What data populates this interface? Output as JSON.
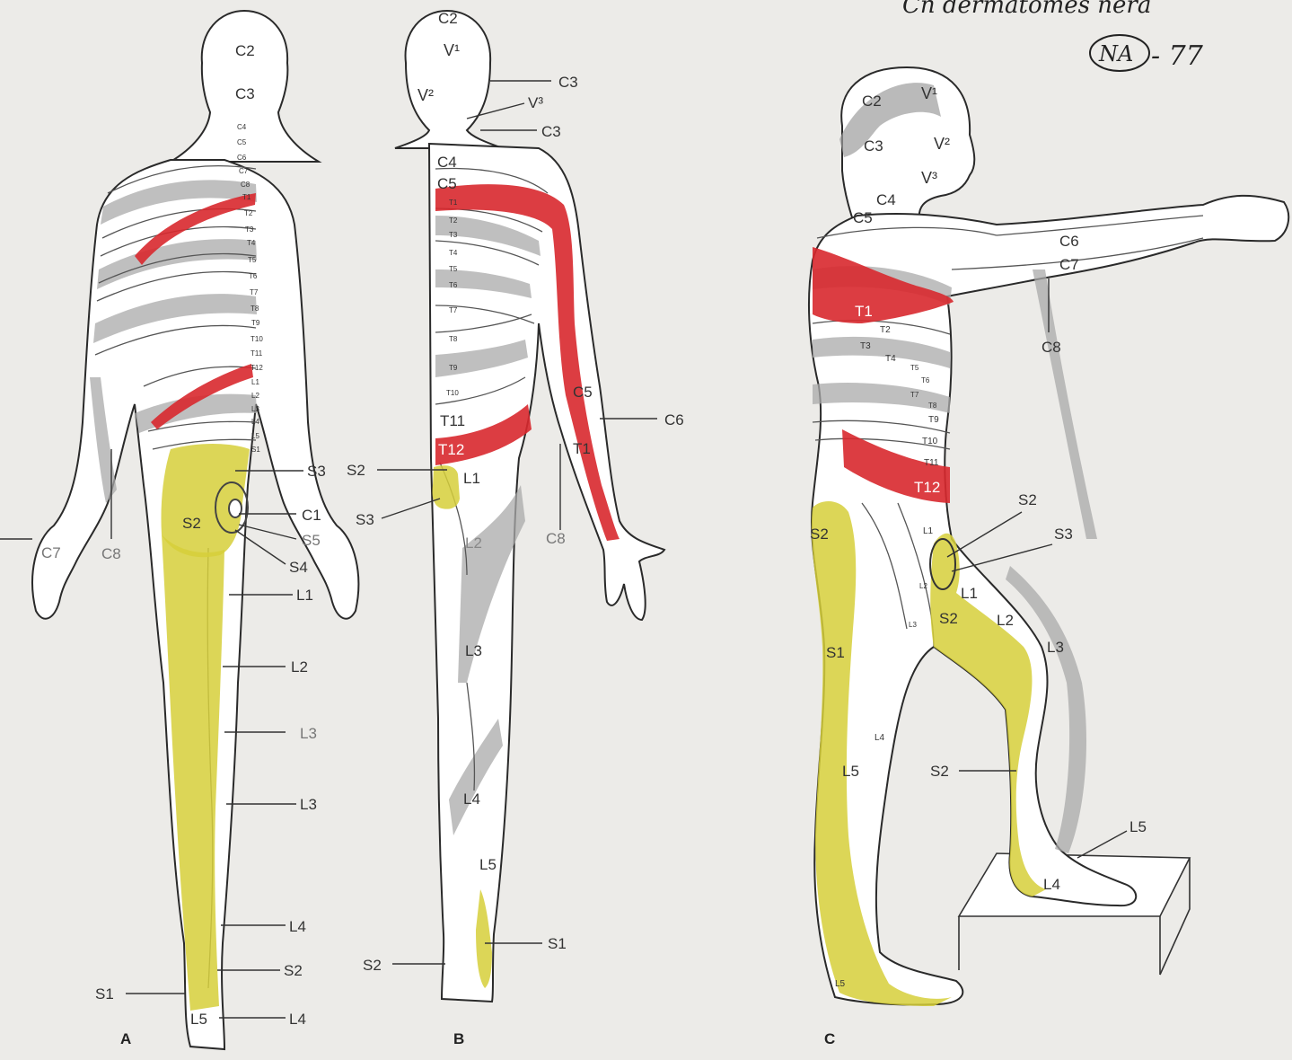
{
  "annotation": {
    "handwritten_top": "Cn dermatomes nera",
    "circled": "NA",
    "number": "- 77"
  },
  "figures": {
    "A": {
      "letter": "A",
      "labels": {
        "C2": "C2",
        "C3": "C3",
        "C4": "C4",
        "C5": "C5",
        "C6": "C6",
        "C7": "C7",
        "C8": "C8",
        "T1": "T1",
        "T2": "T2",
        "T3": "T3",
        "T4": "T4",
        "T5": "T5",
        "T6": "T6",
        "T7": "T7",
        "T8": "T8",
        "T9": "T9",
        "T10": "T10",
        "T11": "T11",
        "T12": "T12",
        "L1": "L1",
        "L2": "L2",
        "L3": "L3",
        "L4": "L4",
        "L5": "L5",
        "S1": "S1",
        "S3": "S3",
        "C1": "C1",
        "S5": "S5",
        "S4": "S4",
        "S2": "S2",
        "C7_hand": "C7",
        "C8_arm": "C8",
        "L1_leg": "L1",
        "L2_leg": "L2",
        "L3_leg_a": "L3",
        "L3_leg_b": "L3",
        "L4_leg": "L4",
        "S2_leg": "S2",
        "S1_foot": "S1",
        "L5_foot": "L5",
        "L4_foot": "L4"
      }
    },
    "B": {
      "letter": "B",
      "labels": {
        "C2": "C2",
        "V1": "V¹",
        "V2": "V²",
        "V3": "V³",
        "C3_upper": "C3",
        "C3_lower": "C3",
        "C4": "C4",
        "C5": "C5",
        "T1": "T1",
        "T2": "T2",
        "T3": "T3",
        "T4": "T4",
        "T5": "T5",
        "T6": "T6",
        "T7": "T7",
        "T8": "T8",
        "T9": "T9",
        "T10": "T10",
        "T11": "T11",
        "T12": "T12",
        "S2": "S2",
        "L1": "L1",
        "S3": "S3",
        "L2": "L2",
        "C8": "C8",
        "C5_arm": "C5",
        "C6": "C6",
        "T1_arm": "T1",
        "L3": "L3",
        "L4": "L4",
        "L5": "L5",
        "S1": "S1",
        "S2_foot": "S2"
      }
    },
    "C": {
      "letter": "C",
      "labels": {
        "C2": "C2",
        "V1": "V¹",
        "C3": "C3",
        "V2": "V²",
        "V3": "V³",
        "C4": "C4",
        "C5": "C5",
        "C6": "C6",
        "C7": "C7",
        "C8": "C8",
        "T1": "T1",
        "T2": "T2",
        "T3": "T3",
        "T4": "T4",
        "T5": "T5",
        "T6": "T6",
        "T7": "T7",
        "T8": "T8",
        "T9": "T9",
        "T10": "T10",
        "T11": "T11",
        "T12": "T12",
        "S2_hip": "S2",
        "S2_leader": "S2",
        "S3": "S3",
        "L1": "L1",
        "L1_thigh": "L1",
        "L2": "L2",
        "L3": "L3",
        "L2_small": "L2",
        "L3_small": "L3",
        "S1": "S1",
        "S2_thigh": "S2",
        "L4": "L4",
        "L5": "L5",
        "S2_calf": "S2",
        "L5_foot": "L5",
        "L4_foot": "L4",
        "L5_heel": "L5"
      }
    }
  },
  "colors": {
    "highlight_red": "#d8282d",
    "highlight_yellow": "#d6cf3a",
    "band_grey": "#a9a9a9",
    "paper": "#ecebe8"
  }
}
